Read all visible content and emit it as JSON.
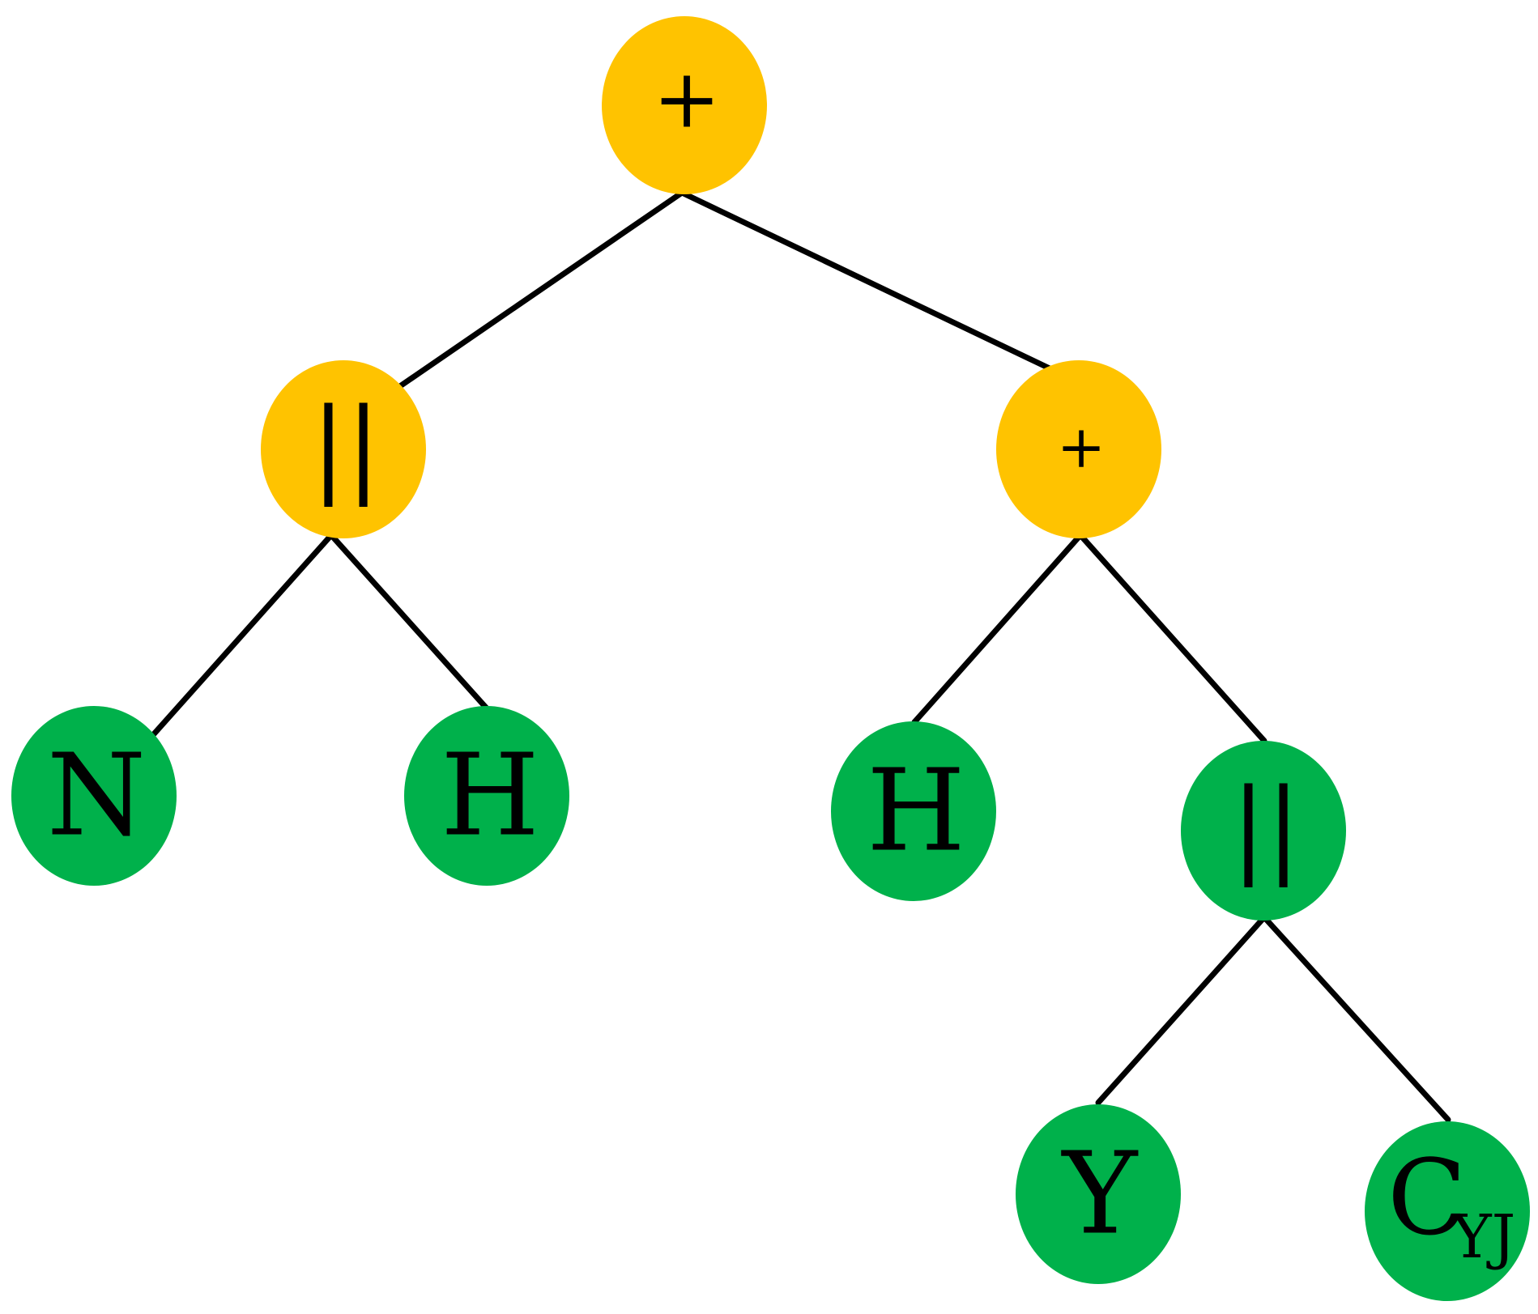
{
  "colors": {
    "operator_node": "#FFC300",
    "leaf_node": "#00B14B",
    "edge": "#000000",
    "label": "#000000"
  },
  "nodes": {
    "root": {
      "label": "+",
      "kind": "operator"
    },
    "left_parallel": {
      "label": "||",
      "kind": "operator"
    },
    "right_sum": {
      "label": "+",
      "kind": "operator"
    },
    "leaf_n": {
      "label": "N",
      "kind": "leaf"
    },
    "leaf_h_left": {
      "label": "H",
      "kind": "leaf"
    },
    "leaf_h_right": {
      "label": "H",
      "kind": "leaf"
    },
    "right_parallel": {
      "label": "||",
      "kind": "leaf"
    },
    "leaf_y": {
      "label": "Y",
      "kind": "leaf"
    },
    "leaf_c": {
      "label": "C",
      "subscript": "YJ",
      "kind": "leaf"
    }
  },
  "edges": [
    [
      "root",
      "left_parallel"
    ],
    [
      "root",
      "right_sum"
    ],
    [
      "left_parallel",
      "leaf_n"
    ],
    [
      "left_parallel",
      "leaf_h_left"
    ],
    [
      "right_sum",
      "leaf_h_right"
    ],
    [
      "right_sum",
      "right_parallel"
    ],
    [
      "right_parallel",
      "leaf_y"
    ],
    [
      "right_parallel",
      "leaf_c"
    ]
  ]
}
